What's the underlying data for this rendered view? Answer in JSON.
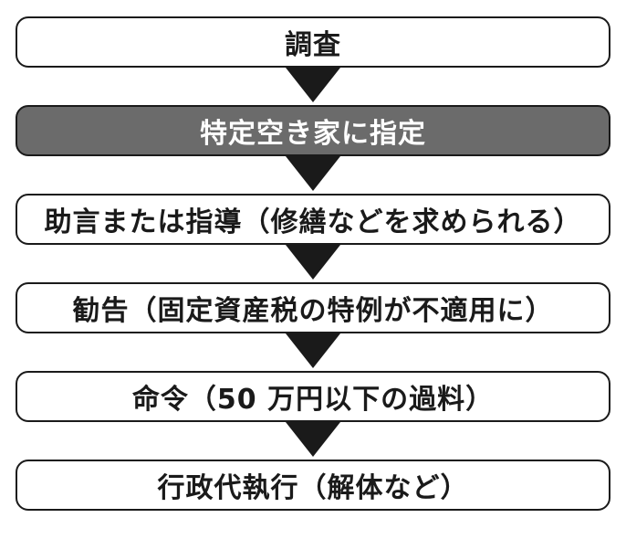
{
  "steps": [
    {
      "label": "調査",
      "highlight": false
    },
    {
      "label": "特定空き家に指定",
      "highlight": true
    },
    {
      "label": "助言または指導（修繕などを求められる）",
      "highlight": false
    },
    {
      "label": "勧告（固定資産税の特例が不適用に）",
      "highlight": false
    },
    {
      "label": "命令（50 万円以下の過料）",
      "highlight": false
    },
    {
      "label": "行政代執行（解体など）",
      "highlight": false
    }
  ],
  "colors": {
    "border": "#1a1a1a",
    "highlight_fill": "#6b6b6b",
    "highlight_text": "#ffffff",
    "arrow": "#1a1a1a"
  }
}
